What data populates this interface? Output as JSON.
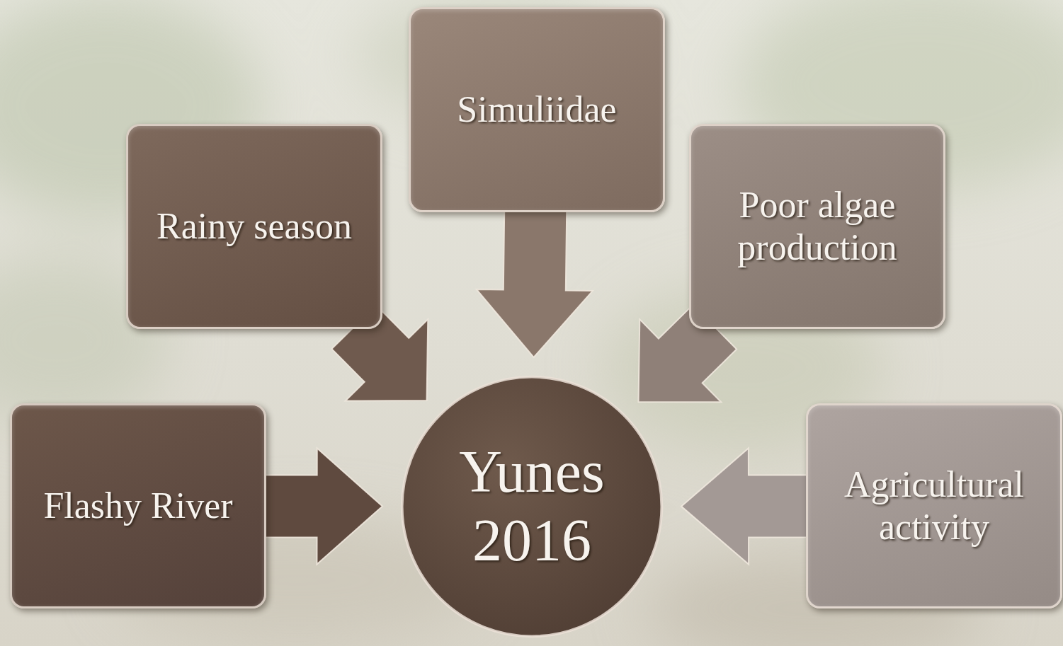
{
  "diagram": {
    "nodes": [
      {
        "text": [
          "Simuliidae"
        ]
      },
      {
        "text": [
          "Rainy season"
        ]
      },
      {
        "text": [
          "Poor algae production"
        ]
      },
      {
        "text": [
          "Flashy River"
        ]
      },
      {
        "text": [
          "Yunes 2016"
        ]
      },
      {
        "text": [
          "Agricultural activity"
        ]
      }
    ],
    "edges": [
      {
        "from": 0,
        "to": 4,
        "arrow": "to"
      },
      {
        "from": 1,
        "to": 4,
        "arrow": "to"
      },
      {
        "from": 2,
        "to": 4,
        "arrow": "to"
      },
      {
        "from": 3,
        "to": 4,
        "arrow": "to"
      },
      {
        "from": 5,
        "to": 4,
        "arrow": "to"
      }
    ]
  }
}
